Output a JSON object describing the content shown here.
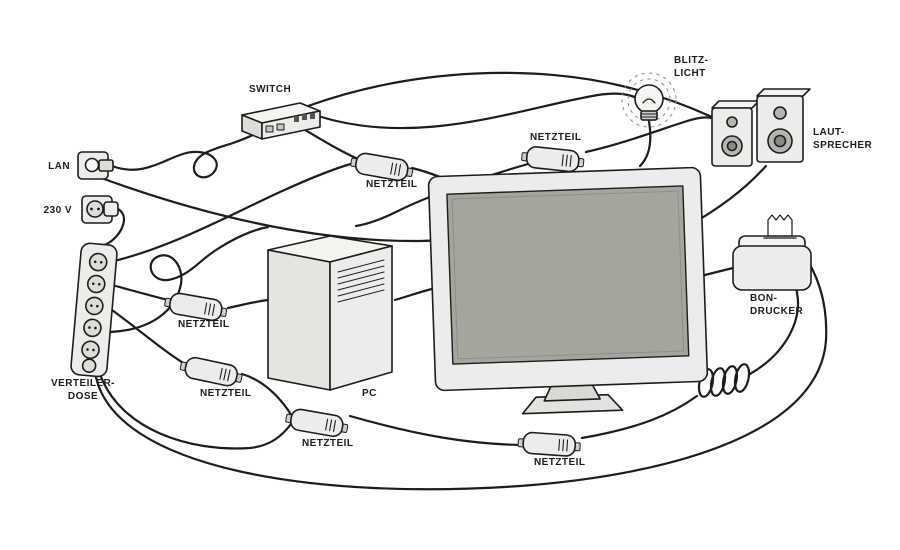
{
  "diagram": {
    "background": "#ffffff",
    "stroke_color": "#1d1d1b",
    "device_fill": "#ececea",
    "screen_fill": "#a5a59d",
    "labels": {
      "lan": "LAN",
      "outlet_230v": "230 V",
      "verteilerdose": "VERTEILER-\nDOSE",
      "switch": "SWITCH",
      "pc": "PC",
      "blitzlicht": "BLITZ-\nLICHT",
      "lautsprecher": "LAUT-\nSPRECHER",
      "bondrucker": "BON-\nDRUCKER",
      "netzteil": [
        "NETZTEIL",
        "NETZTEIL",
        "NETZTEIL",
        "NETZTEIL",
        "NETZTEIL",
        "NETZTEIL"
      ]
    }
  }
}
